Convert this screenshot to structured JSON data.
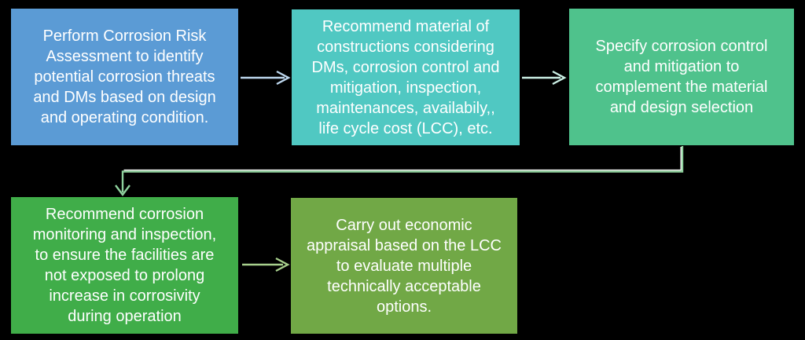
{
  "background_color": "#000000",
  "text_color": "#FFFFFF",
  "boxes": [
    {
      "id": "perform-corrosion-risk-assessment",
      "color": "#5B9BD5",
      "lines": [
        "Perform Corrosion Risk",
        "Assessment to identify",
        "potential corrosion threats",
        "and DMs based on design",
        "and operating condition."
      ]
    },
    {
      "id": "recommend-material-of-constructions",
      "color": "#50C8C2",
      "lines": [
        "Recommend material of",
        "constructions considering",
        "DMs, corrosion control and",
        "mitigation, inspection,",
        "maintenances, availabily,,",
        "life cycle cost (LCC), etc."
      ]
    },
    {
      "id": "specify-corrosion-control",
      "color": "#4FC28C",
      "lines": [
        "Specify corrosion control",
        "and mitigation to",
        "complement the material",
        "and design selection"
      ]
    },
    {
      "id": "recommend-corrosion-monitoring",
      "color": "#40AD49",
      "lines": [
        "Recommend corrosion",
        "monitoring and inspection,",
        "to ensure the facilities are",
        "not exposed to prolong",
        "increase in corrosivity",
        "during operation"
      ]
    },
    {
      "id": "carry-out-economic-appraisal",
      "color": "#71A846",
      "lines": [
        "Carry out economic",
        "appraisal based on the LCC",
        "to evaluate multiple",
        "technically acceptable",
        "options."
      ]
    }
  ],
  "connectors": {
    "arrow_1_2": {
      "color": "#BDD7EE"
    },
    "arrow_2_3": {
      "color": "#CBEFE5"
    },
    "elbow_3_4": {
      "color": "#8FD39E",
      "highlight": "#FFFFFF"
    },
    "arrow_4_5": {
      "color": "#A8D08D"
    }
  }
}
